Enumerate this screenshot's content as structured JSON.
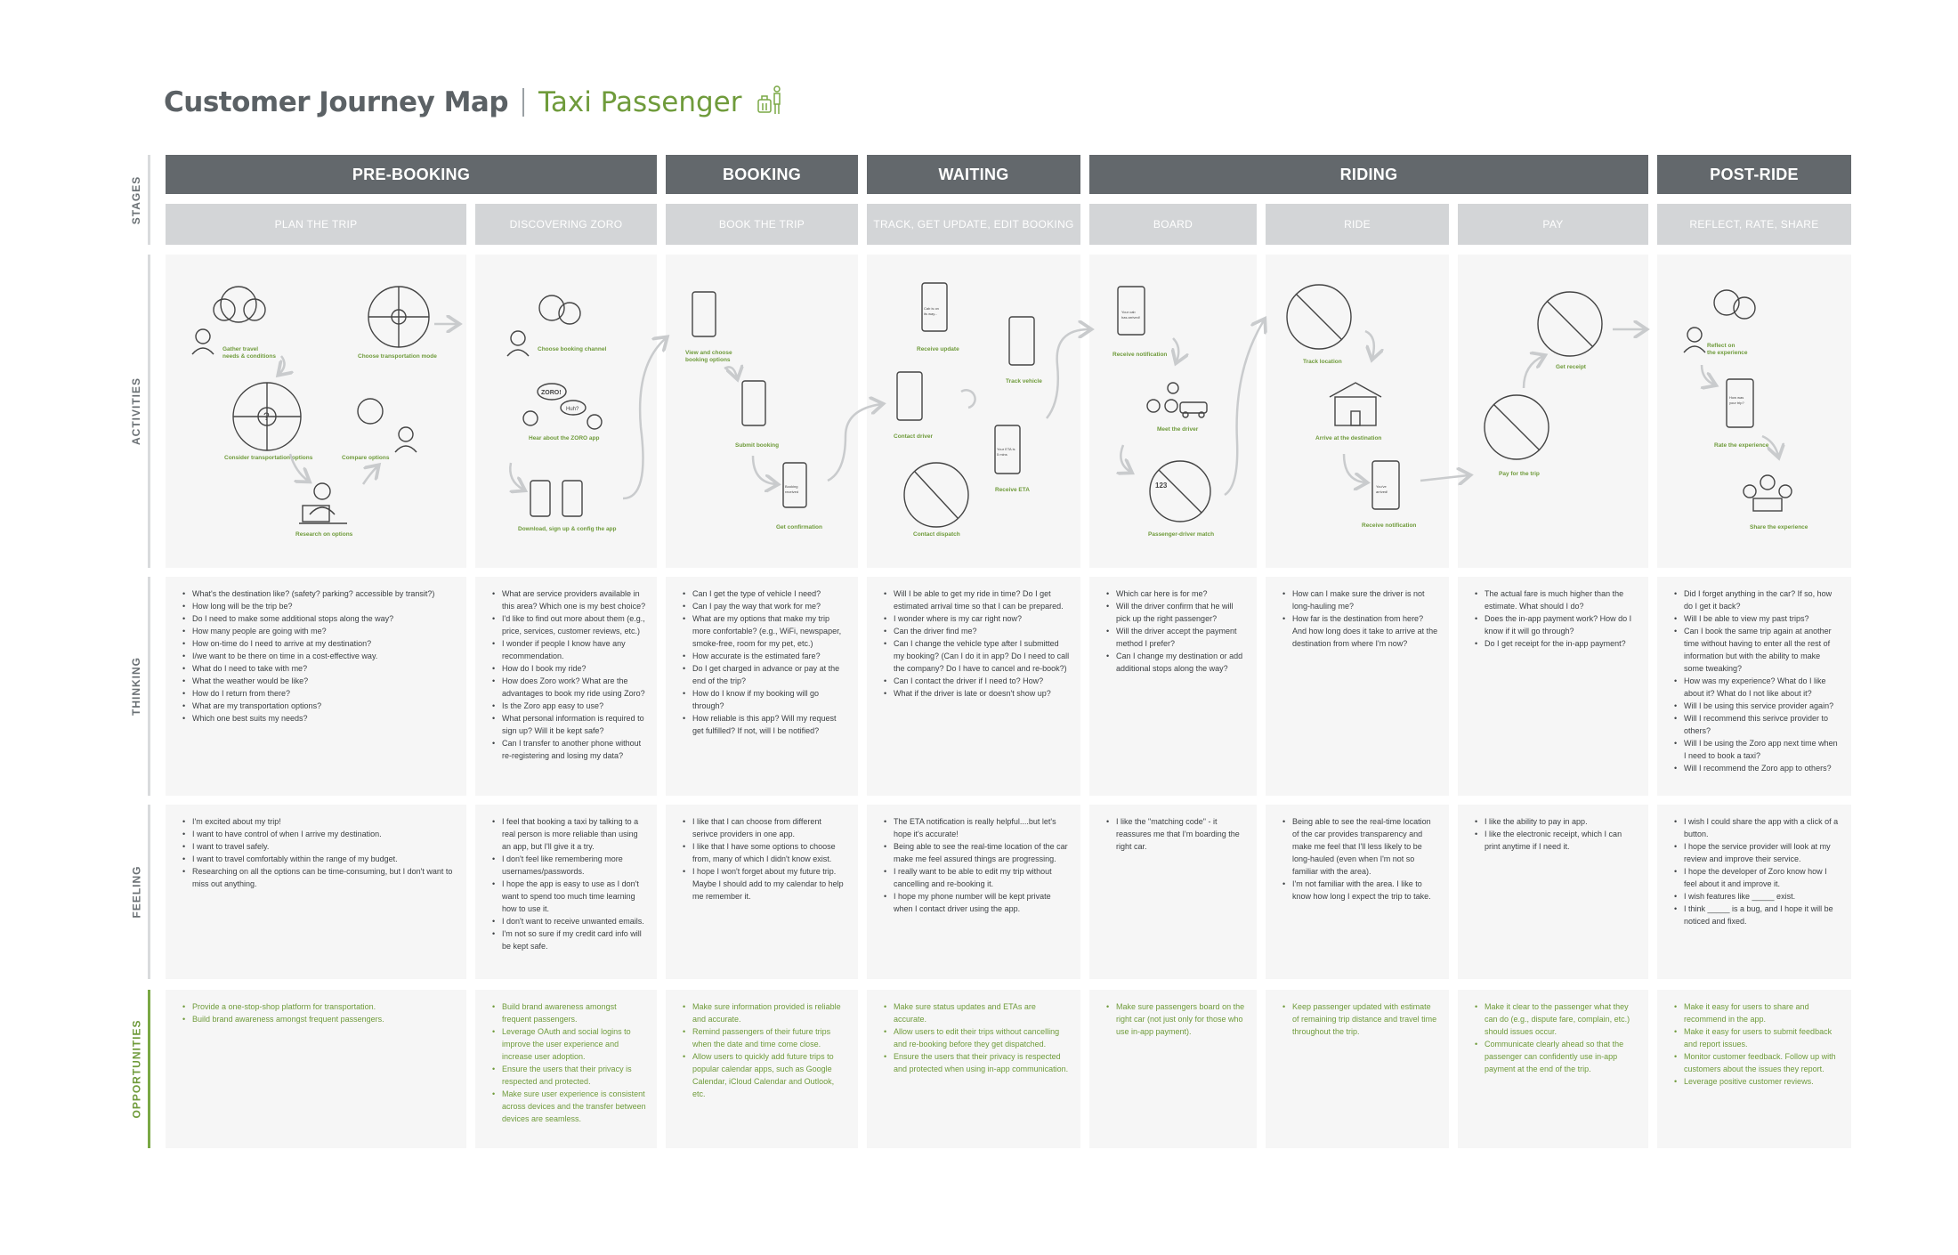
{
  "title": {
    "main": "Customer Journey Map",
    "subtitle": "Taxi Passenger",
    "icon": "passenger-luggage-icon"
  },
  "rows": {
    "stages": "STAGES",
    "activities": "ACTIVITIES",
    "thinking": "THINKING",
    "feeling": "FEELING",
    "opportunities": "OPPORTUNITIES"
  },
  "stages": [
    {
      "name": "PRE-BOOKING"
    },
    {
      "name": "BOOKING"
    },
    {
      "name": "WAITING"
    },
    {
      "name": "RIDING"
    },
    {
      "name": "POST-RIDE"
    }
  ],
  "substages": [
    "PLAN THE TRIP",
    "DISCOVERING ZORO",
    "BOOK THE TRIP",
    "TRACK, GET UPDATE, EDIT BOOKING",
    "BOARD",
    "RIDE",
    "PAY",
    "REFLECT, RATE, SHARE"
  ],
  "activities": {
    "plan": [
      "Gather travel",
      "needs & conditions",
      "Choose transportation mode",
      "Consider transportation options",
      "Compare options",
      "Research on options"
    ],
    "discover": [
      "Choose booking channel",
      "Hear about the ZORO app",
      "Download, sign up & config the app",
      "ZORO!",
      "Huh?"
    ],
    "book": [
      "View and choose",
      "booking options",
      "Submit booking",
      "Get confirmation",
      "Booking",
      "received"
    ],
    "track": [
      "Receive update",
      "Track vehicle",
      "Contact driver",
      "Receive ETA",
      "Contact dispatch",
      "Cab is on",
      "its way...",
      "Your ETA is",
      "5 mins"
    ],
    "board": [
      "Receive notification",
      "Meet the driver",
      "Passenger-driver match",
      "Your cab",
      "has arrived!",
      "123"
    ],
    "ride": [
      "Track location",
      "Arrive at the destination",
      "Receive notification",
      "You've",
      "arrived!"
    ],
    "pay": [
      "Get receipt",
      "Pay for the trip"
    ],
    "reflect": [
      "Reflect on",
      "the experience",
      "Rate the experience",
      "Share the experience",
      "How was",
      "your trip?"
    ]
  },
  "thinking": [
    [
      "What's the destination like? (safety? parking? accessible by transit?)",
      "How long will be the trip be?",
      "Do I need to make some additional stops along the way?",
      "How many people are going with me?",
      "How on-time do I need to arrive at my destination?",
      "I/we want to be there on time in a cost-effective way.",
      "What do I need to take with me?",
      "What the weather would be like?",
      "How do I return from there?",
      "What are my transportation options?",
      "Which one best suits my needs?"
    ],
    [
      "What are service providers available in this area? Which one is my best choice?",
      "I'd like to find out more about them (e.g., price, services, customer reviews, etc.)",
      "I wonder if people I know have any recommendation.",
      "How do I book my ride?",
      "How does Zoro work? What are the advantages to book my ride using Zoro?",
      "Is the Zoro app easy to use?",
      "What personal information is required to sign up? Will it be kept safe?",
      "Can I transfer to another phone without re-registering and losing my data?"
    ],
    [
      "Can I get the type of vehicle I need?",
      "Can I pay the way that work for me?",
      "What are my options that make my trip more confortable? (e.g., WiFi, newspaper, smoke-free, room for my pet, etc.)",
      "How accurate is the estimated fare?",
      "Do I get charged in advance or pay at the end of the trip?",
      "How do I know if my booking will go through?",
      "How reliable is this app? Will my request get fulfilled? If not, will I be notified?"
    ],
    [
      "Will I be able to get my ride in time? Do I get estimated arrival time so that I can be prepared.",
      "I wonder where is my car right now?",
      "Can the driver find me?",
      "Can I change the vehicle type after I submitted my booking? (Can I do it in app? Do I need to call the company? Do I have to cancel and re-book?)",
      "Can I contact the driver if I need to? How?",
      "What if the driver is late or doesn't show up?"
    ],
    [
      "Which car here is for me?",
      "Will the driver confirm that he will pick up the right passenger?",
      "Will the driver accept the payment method I prefer?",
      "Can I change my destination or add additional stops along the way?"
    ],
    [
      "How can I make sure the driver is not long-hauling me?",
      "How far is the destination from here? And how long does it take to arrive at the destination from where I'm now?"
    ],
    [
      "The actual fare is much higher than the estimate. What should I do?",
      "Does the in-app payment work? How do I know if it will go through?",
      "Do I get receipt for the in-app payment?"
    ],
    [
      "Did I forget anything in the car? If so, how do I get it back?",
      "Will I be able to view my past trips?",
      "Can I book the same trip again at another time without having to enter all the rest of information but with the ability to make some tweaking?",
      "How was my experience?  What do I like about it? What do I not like about it?",
      "Will I be using this service provider again?",
      "Will I recommend this serivce provider to others?",
      "Will I be using the Zoro app next time when I need to book a taxi?",
      "Will I recommend the Zoro app to others?"
    ]
  ],
  "feeling": [
    [
      "I'm excited about my trip!",
      "I want to have control of when I arrive my destination.",
      "I want to travel safely.",
      "I want to travel comfortably within the range of my budget.",
      "Researching on all the options can be time-consuming, but I don't want to miss out anything."
    ],
    [
      "I feel that booking a taxi by talking to a real person is more reliable than using an app, but I'll give it a try.",
      "I don't feel like remembering more usernames/passwords.",
      "I hope the app is easy to use as I don't want to spend too much time learning how to use it.",
      "I don't want to receive unwanted emails.",
      "I'm not so sure if my credit card info will be kept safe."
    ],
    [
      "I like that I can choose from different serivce providers in one app.",
      "I like that I have some options to choose from, many of which I didn't know exist.",
      "I hope I won't forget about my future trip. Maybe I should add to my calendar to help me remember it."
    ],
    [
      "The ETA notification is really helpful....but let's hope it's accurate!",
      "Being able to see the real-time location of the car make me feel assured things are progressing.",
      "I really want to be able to edit my trip without cancelling and re-booking it.",
      "I hope my phone number will be kept private when I contact driver using the app."
    ],
    [
      "I like the \"matching code\" - it reassures me that I'm boarding the right car."
    ],
    [
      "Being able to see the real-time location of the car provides transparency and make me feel that I'll less likely to be long-hauled (even when I'm not so familiar with the area).",
      "I'm not familiar with the area. I like to know how long I expect the trip to take."
    ],
    [
      "I like the ability to pay in app.",
      "I like the electronic receipt, which I can print anytime if I need it."
    ],
    [
      "I wish I could share the app with a click of a button.",
      "I hope the service provider will look at my review and improve their service.",
      "I hope the developer of Zoro know how I feel about it and improve it.",
      "I wish features like _____ exist.",
      "I think _____ is a bug, and I hope it will be noticed and fixed."
    ]
  ],
  "opportunities": [
    [
      "Provide a one-stop-shop platform for transportation.",
      "Build brand awareness amongst frequent passengers."
    ],
    [
      "Build brand awareness amongst frequent passengers.",
      "Leverage OAuth and social logins to improve the user experience and increase user adoption.",
      "Ensure the users that their privacy is respected and protected.",
      "Make sure user experience is consistent across devices and the transfer between devices are seamless."
    ],
    [
      "Make sure information provided is reliable and accurate.",
      "Remind passengers of their future trips when the date and time come close.",
      "Allow users to quickly add future trips to popular calendar apps, such as Google Calendar, iCloud Calendar and Outlook, etc."
    ],
    [
      "Make sure status updates and ETAs are accurate.",
      "Allow users to edit their trips without cancelling and re-booking before they get dispatched.",
      "Ensure the users that their privacy is respected and protected when using in-app communication."
    ],
    [
      "Make sure passengers board on the right car (not just only for those who use in-app payment)."
    ],
    [
      "Keep passenger updated with estimate of remaining trip distance and travel time throughout the trip."
    ],
    [
      "Make it clear to the passenger what they can do (e.g., dispute fare, complain, etc.) should issues occur.",
      "Communicate clearly ahead so that the passenger can confidently use in-app payment at the end of the trip."
    ],
    [
      "Make it easy for users to share and recommend in the app.",
      "Make it easy for users to submit feedback and report issues.",
      "Monitor customer feedback. Follow up with customers about the issues they report.",
      "Leverage positive customer reviews."
    ]
  ]
}
